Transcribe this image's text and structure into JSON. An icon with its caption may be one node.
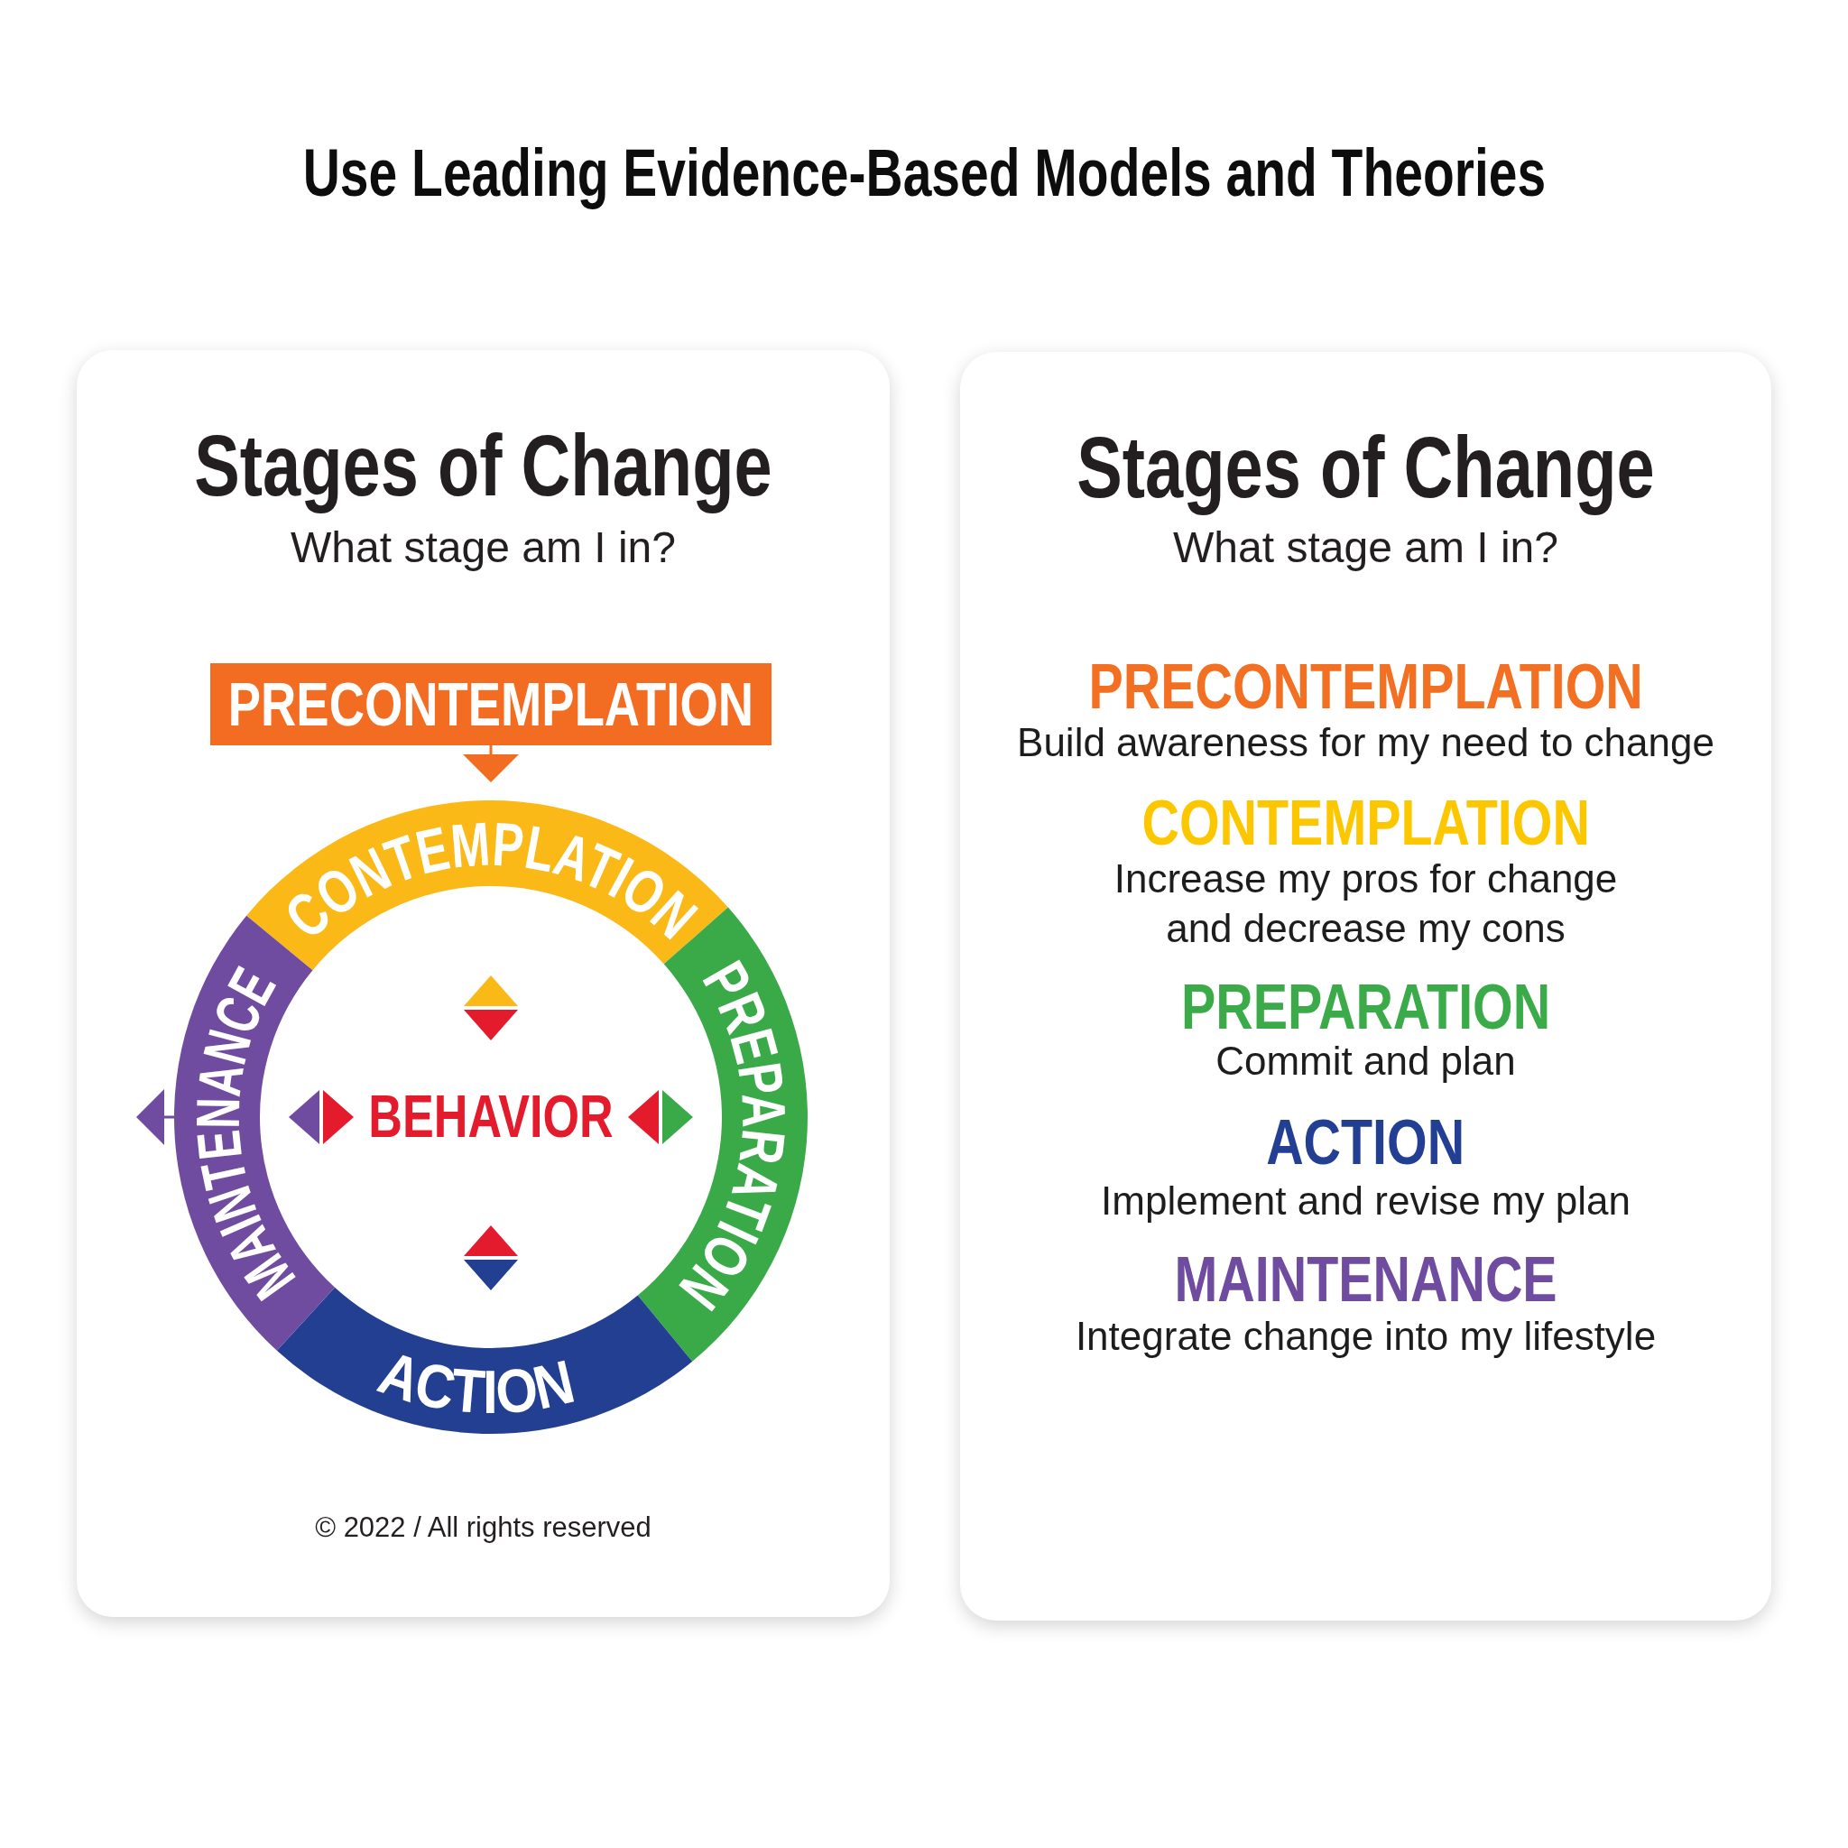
{
  "diagram": {
    "title": "Use Leading Evidence-Based Models and Theories",
    "nodes": [
      {
        "text": [
          "Stages of Change",
          "What stage am I in?",
          "© 2022 / All rights reserved"
        ]
      },
      {
        "text": [
          "PRECONTEMPLATION"
        ],
        "in": 0
      },
      {
        "text": [
          "CONTEMPLATION"
        ],
        "in": 0
      },
      {
        "text": [
          "PREPARATION"
        ],
        "in": 0
      },
      {
        "text": [
          "ACTION"
        ],
        "in": 0
      },
      {
        "text": [
          "MAINTENANCE"
        ],
        "in": 0
      },
      {
        "text": [
          "BEHAVIOR"
        ],
        "in": 0
      },
      {
        "text": [
          "Stages of Change",
          "What stage am I in?",
          "PRECONTEMPLATION",
          "Build awareness for my need to change",
          "CONTEMPLATION",
          "Increase my pros for change and decrease my cons",
          "PREPARATION",
          "Commit and plan",
          "ACTION",
          "Implement and revise my plan",
          "MAINTENANCE",
          "Integrate change into my lifestyle"
        ]
      }
    ],
    "edges": [
      {
        "from": 1,
        "to": 2,
        "arrow": "to",
        "color": "#f26c22"
      },
      {
        "from": 6,
        "to": 2,
        "arrow": "both"
      },
      {
        "from": 6,
        "to": 3,
        "arrow": "both"
      },
      {
        "from": 6,
        "to": 4,
        "arrow": "both"
      },
      {
        "from": 6,
        "to": 5,
        "arrow": "both"
      },
      {
        "from": 5,
        "to": null,
        "arrow": "to",
        "color": "#6f4ca0"
      }
    ]
  }
}
